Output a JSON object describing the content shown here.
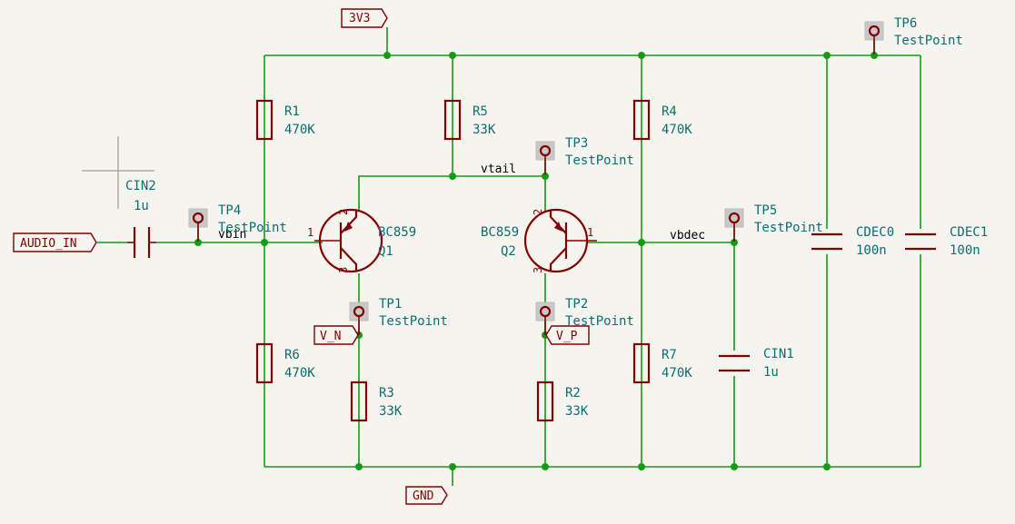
{
  "colors": {
    "background": "#f5f4ef",
    "wire": "#139c13",
    "symbol": "#840000",
    "reference_text": "#0a6e73",
    "net_label": "#000000"
  },
  "power_ports": {
    "supply": "3V3",
    "ground": "GND"
  },
  "ports": {
    "audio_in": "AUDIO_IN",
    "v_n": "V_N",
    "v_p": "V_P"
  },
  "net_labels": {
    "vtail": "vtail",
    "vbin": "vbin",
    "vbdec": "vbdec"
  },
  "resistors": [
    {
      "ref": "R1",
      "value": "470K"
    },
    {
      "ref": "R2",
      "value": "33K"
    },
    {
      "ref": "R3",
      "value": "33K"
    },
    {
      "ref": "R4",
      "value": "470K"
    },
    {
      "ref": "R5",
      "value": "33K"
    },
    {
      "ref": "R6",
      "value": "470K"
    },
    {
      "ref": "R7",
      "value": "470K"
    }
  ],
  "capacitors": [
    {
      "ref": "CIN1",
      "value": "1u"
    },
    {
      "ref": "CIN2",
      "value": "1u"
    },
    {
      "ref": "CDEC0",
      "value": "100n"
    },
    {
      "ref": "CDEC1",
      "value": "100n"
    }
  ],
  "transistors": [
    {
      "ref": "Q1",
      "value": "BC859",
      "pins": [
        "1",
        "2",
        "3"
      ]
    },
    {
      "ref": "Q2",
      "value": "BC859",
      "pins": [
        "1",
        "2",
        "3"
      ]
    }
  ],
  "testpoints": [
    {
      "ref": "TP1",
      "value": "TestPoint"
    },
    {
      "ref": "TP2",
      "value": "TestPoint"
    },
    {
      "ref": "TP3",
      "value": "TestPoint"
    },
    {
      "ref": "TP4",
      "value": "TestPoint"
    },
    {
      "ref": "TP5",
      "value": "TestPoint"
    },
    {
      "ref": "TP6",
      "value": "TestPoint"
    }
  ]
}
